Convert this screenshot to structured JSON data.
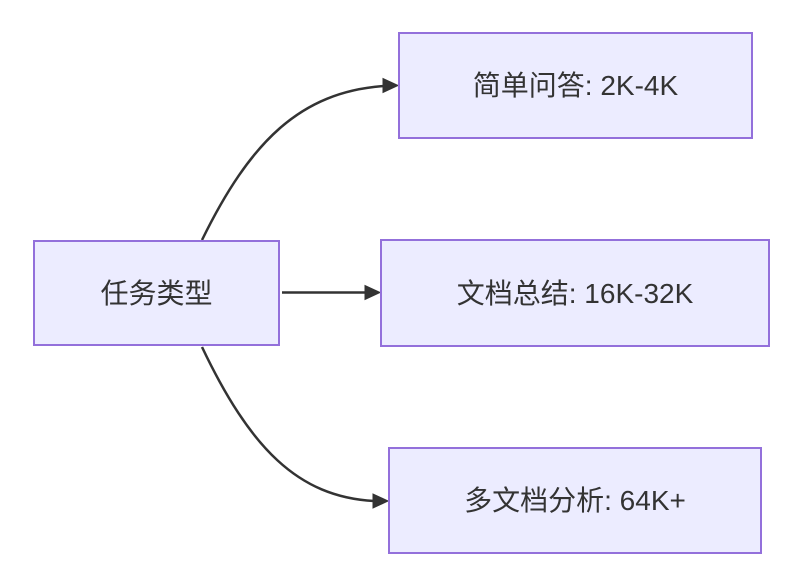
{
  "colors": {
    "node_fill": "#ECECFF",
    "node_border": "#9370DB",
    "edge": "#333333",
    "text": "#333333",
    "background": "#FFFFFF"
  },
  "diagram": {
    "type": "flowchart",
    "root": {
      "label": "任务类型"
    },
    "children": [
      {
        "label": "简单问答: 2K-4K"
      },
      {
        "label": "文档总结: 16K-32K"
      },
      {
        "label": "多文档分析: 64K+"
      }
    ],
    "edges": [
      {
        "from": "任务类型",
        "to": "简单问答: 2K-4K"
      },
      {
        "from": "任务类型",
        "to": "文档总结: 16K-32K"
      },
      {
        "from": "任务类型",
        "to": "多文档分析: 64K+"
      }
    ]
  }
}
